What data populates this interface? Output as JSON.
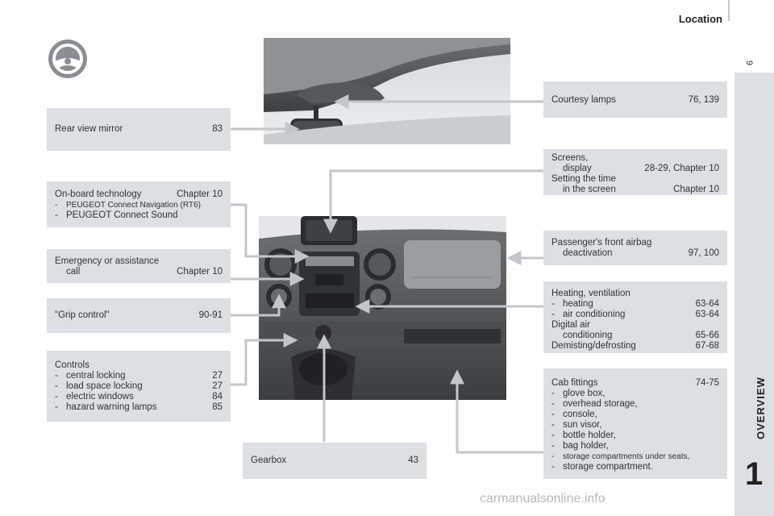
{
  "header": {
    "title": "Location"
  },
  "side": {
    "page_number": "9",
    "section": "OVERVIEW",
    "chapter_number": "1"
  },
  "watermark": "carmanualsonline.info",
  "left": {
    "mirror": {
      "label": "Rear view mirror",
      "page": "83"
    },
    "onboard": {
      "label": "On-board technology",
      "page": "Chapter 10",
      "items": [
        "PEUGEOT Connect Navigation (RT6)",
        "PEUGEOT Connect Sound"
      ]
    },
    "emergency": {
      "line1": "Emergency or assistance",
      "line2": "call",
      "page": "Chapter 10"
    },
    "grip": {
      "label": "\"Grip control\"",
      "page": "90-91"
    },
    "controls": {
      "label": "Controls",
      "items": [
        {
          "text": "central locking",
          "page": "27"
        },
        {
          "text": "load space locking",
          "page": "27"
        },
        {
          "text": "electric windows",
          "page": "84"
        },
        {
          "text": "hazard warning lamps",
          "page": "85"
        }
      ]
    }
  },
  "bottom": {
    "gearbox": {
      "label": "Gearbox",
      "page": "43"
    }
  },
  "right": {
    "courtesy": {
      "label": "Courtesy lamps",
      "page": "76, 139"
    },
    "screens": {
      "line1": "Screens,",
      "line2": "display",
      "line2_page": "28-29, Chapter 10",
      "line3": "Setting the time",
      "line4": "in the screen",
      "line4_page": "Chapter 10"
    },
    "airbag": {
      "line1": "Passenger's front airbag",
      "line2": "deactivation",
      "page": "97, 100"
    },
    "heating": {
      "label": "Heating, ventilation",
      "items": [
        {
          "text": "heating",
          "page": "63-64"
        },
        {
          "text": "air conditioning",
          "page": "63-64"
        }
      ],
      "digital1": "Digital air",
      "digital2": "conditioning",
      "digital_page": "65-66",
      "demist": "Demisting/defrosting",
      "demist_page": "67-68"
    },
    "cab": {
      "label": "Cab fittings",
      "page": "74-75",
      "items": [
        "glove box,",
        "overhead storage,",
        "console,",
        "sun visor,",
        "bottle holder,",
        "bag holder,",
        "storage compartments under seats,",
        "storage compartment."
      ]
    }
  }
}
